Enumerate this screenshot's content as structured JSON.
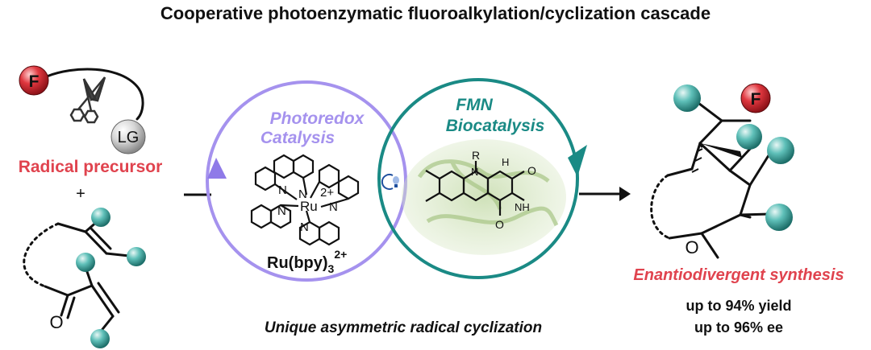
{
  "title": "Cooperative photoenzymatic fluoroalkylation/cyclization cascade",
  "reactants": {
    "fluorine_atom": "F",
    "leaving_group": "LG",
    "radical_precursor_label": "Radical precursor",
    "plus": "+",
    "carbonyl_oxygen": "O"
  },
  "photoredox": {
    "line1": "Photoredox",
    "line2": "Catalysis",
    "complex_charge": "2+",
    "metal": "Ru",
    "n_atom": "N",
    "formula_main": "Ru(bpy)",
    "formula_sub": "3",
    "formula_sup": "2+"
  },
  "biocatalysis": {
    "line1": "FMN",
    "line2": "Biocatalysis",
    "r_group": "R",
    "n_atom": "N",
    "nh_atom": "NH",
    "o_atom": "O",
    "nh_top": "H"
  },
  "bottom_caption": "Unique asymmetric radical cyclization",
  "product": {
    "fluorine_atom": "F",
    "carbonyl_oxygen": "O",
    "label": "Enantiodivergent synthesis",
    "yield_line": "up to 94% yield",
    "ee_line": "up to 96% ee"
  },
  "colors": {
    "red_label": "#e0434e",
    "photoredox_purple": "#a08cf0",
    "biocatalysis_teal": "#1a8a85",
    "teal_sphere": "#4fb4ae",
    "grey_sphere": "#c8c8c8",
    "red_sphere": "#d9323c",
    "enzyme_green": "#b9d29a"
  }
}
